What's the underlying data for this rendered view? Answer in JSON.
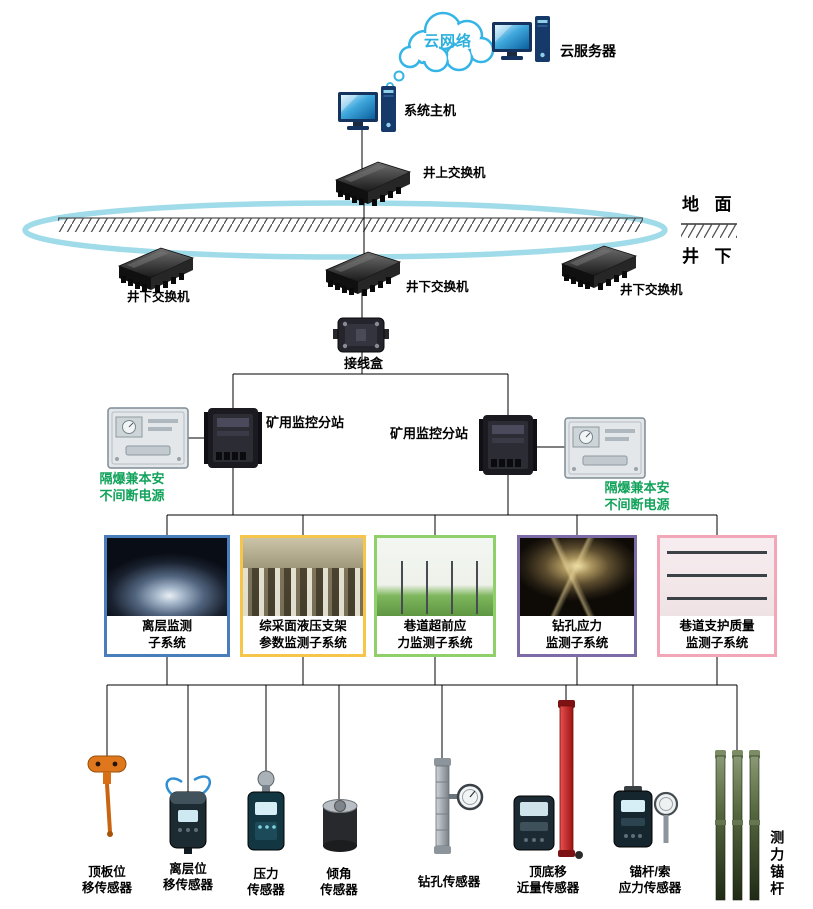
{
  "labels": {
    "cloud": "云网络",
    "cloud_server": "云服务器",
    "host": "系统主机",
    "surface_switch": "井上交换机",
    "ground": "地  面",
    "underground": "井  下",
    "ug_switch_left": "井下交换机",
    "ug_switch_center": "井下交换机",
    "ug_switch_right": "井下交换机",
    "junction_box": "接线盒",
    "substation_left": "矿用监控分站",
    "substation_right": "矿用监控分站",
    "ups_left_line1": "隔爆兼本安",
    "ups_left_line2": "不间断电源",
    "ups_right_line1": "隔爆兼本安",
    "ups_right_line2": "不间断电源"
  },
  "subsystems": [
    {
      "line1": "离层监测",
      "line2": "子系统",
      "border_color": "#4a7ebb"
    },
    {
      "line1": "综采面液压支架",
      "line2": "参数监测子系统",
      "border_color": "#f6c64a"
    },
    {
      "line1": "巷道超前应",
      "line2": "力监测子系统",
      "border_color": "#8fd06a"
    },
    {
      "line1": "钻孔应力",
      "line2": "监测子系统",
      "border_color": "#7d6ba8"
    },
    {
      "line1": "巷道支护质量",
      "line2": "监测子系统",
      "border_color": "#f2a7b8"
    }
  ],
  "sensors": [
    {
      "line1": "顶板位",
      "line2": "移传感器"
    },
    {
      "line1": "离层位",
      "line2": "移传感器"
    },
    {
      "line1": "压力",
      "line2": "传感器"
    },
    {
      "line1": "倾角",
      "line2": "传感器"
    },
    {
      "line1": "钻孔传感器",
      "line2": ""
    },
    {
      "line1": "顶底移",
      "line2": "近量传感器"
    },
    {
      "line1": "锚杆/索",
      "line2": "应力传感器"
    },
    {
      "line1": "测力锚杆",
      "line2": ""
    }
  ],
  "colors": {
    "ring": "#9fdbe8",
    "cloud_stroke": "#35b5e5",
    "cloud_text": "#2cb0dd",
    "ups_text": "#12a35b",
    "line": "#000000"
  }
}
